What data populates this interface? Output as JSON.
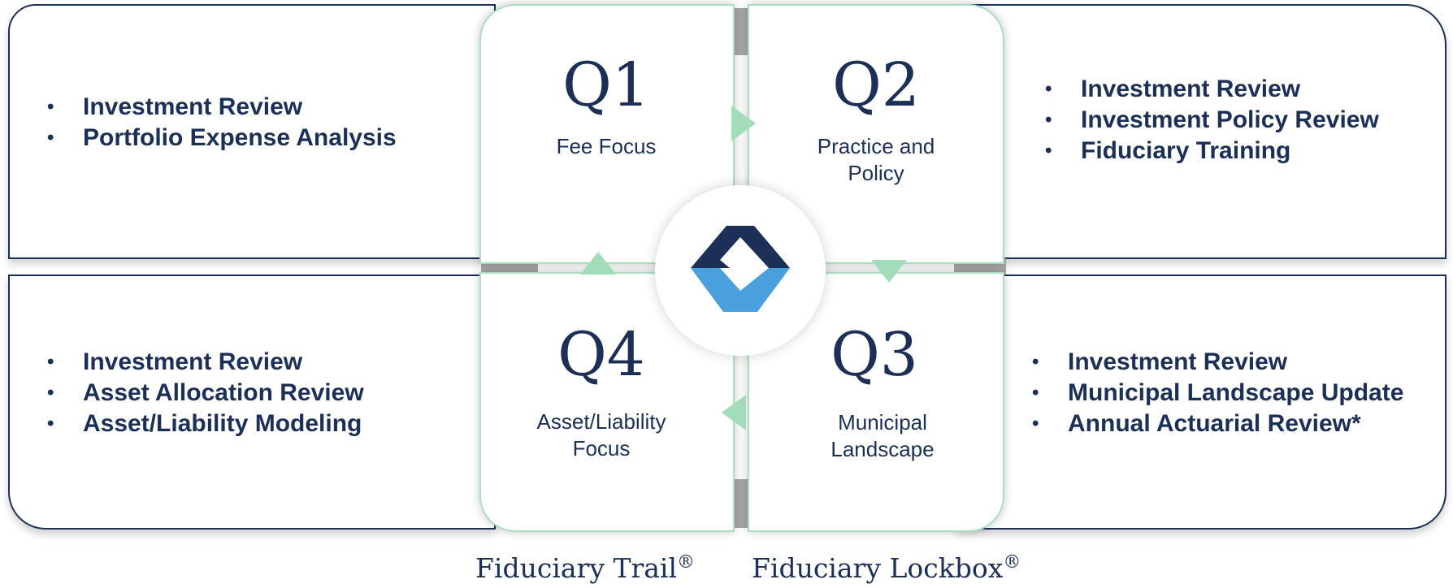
{
  "quadrants": {
    "q1": {
      "number": "Q1",
      "label": "Fee Focus"
    },
    "q2": {
      "number": "Q2",
      "label": "Practice and\nPolicy"
    },
    "q3": {
      "number": "Q3",
      "label": "Municipal\nLandscape"
    },
    "q4": {
      "number": "Q4",
      "label": "Asset/Liability\nFocus"
    }
  },
  "lists": {
    "q1": [
      "Investment Review",
      "Portfolio Expense Analysis"
    ],
    "q2": [
      "Investment Review",
      "Investment Policy Review",
      "Fiduciary Training"
    ],
    "q3": [
      "Investment Review",
      "Municipal Landscape Update",
      "Annual Actuarial Review*"
    ],
    "q4": [
      "Investment Review",
      "Asset Allocation Review",
      "Asset/Liability Modeling"
    ]
  },
  "captions": {
    "left": "Fiduciary Trail",
    "right": "Fiduciary Lockbox",
    "mark": "®"
  },
  "colors": {
    "navy": "#1b2f57",
    "green_accent": "#a3dcb9",
    "logo_light_blue": "#4a9fdd"
  }
}
